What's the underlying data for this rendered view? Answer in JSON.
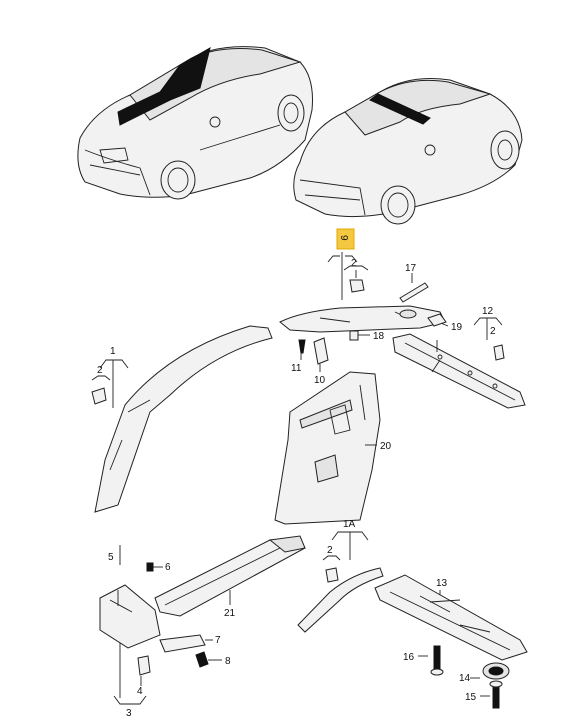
{
  "labels": {
    "p1": "1",
    "p1a": "1A",
    "p2a": "2",
    "p2b": "2",
    "p2c": "2",
    "p2d": "2",
    "p3": "3",
    "p4": "4",
    "p5": "5",
    "p6": "6",
    "p7": "7",
    "p8": "8",
    "p9": "9",
    "p10": "10",
    "p11": "11",
    "p12": "12",
    "p13": "13",
    "p14": "14",
    "p15": "15",
    "p16": "16",
    "p17": "17",
    "p18": "18",
    "p19": "19",
    "p20": "20",
    "p21": "21"
  },
  "highlight_color": "#f5c842"
}
